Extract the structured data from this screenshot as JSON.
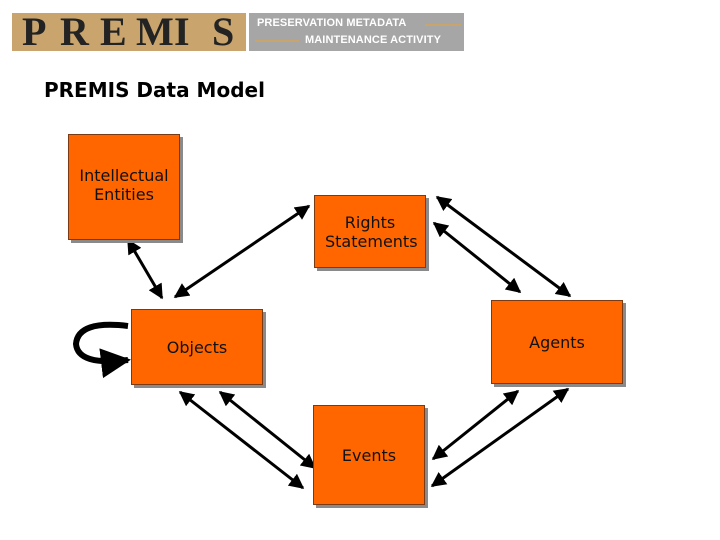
{
  "logo": {
    "letters": [
      "P",
      "R",
      "E",
      "M",
      "I",
      "S"
    ],
    "line1": "PRESERVATION METADATA",
    "line2": "MAINTENANCE ACTIVITY",
    "colors": {
      "tan": "#c9a46d",
      "grey": "#a6a6a6",
      "dark": "#232323"
    }
  },
  "title": "PREMIS Data Model",
  "entities": {
    "intellectual": "Intellectual Entities",
    "rights": "Rights Statements",
    "objects": "Objects",
    "agents": "Agents",
    "events": "Events"
  },
  "colors": {
    "entity_fill": "#ff6600",
    "entity_border": "#7a3a14",
    "arrow": "#000000"
  }
}
